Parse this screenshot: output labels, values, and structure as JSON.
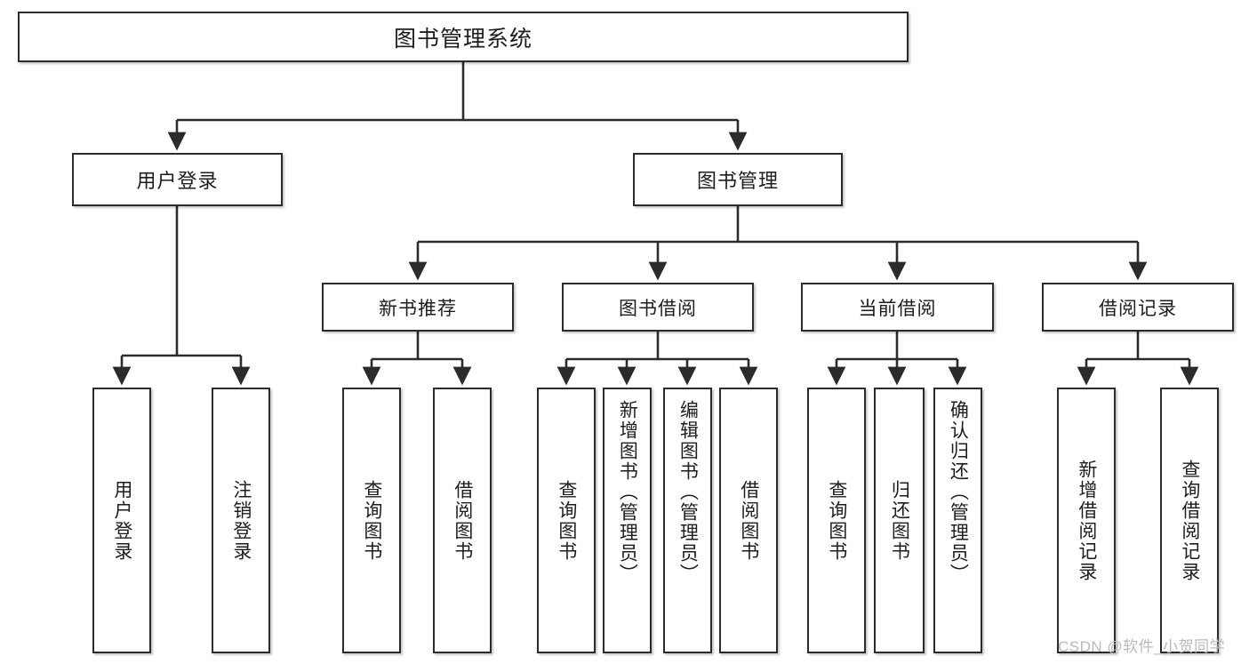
{
  "diagram": {
    "type": "tree",
    "title": "图书管理系统",
    "root": {
      "label": "图书管理系统"
    },
    "level2": [
      {
        "label": "用户登录"
      },
      {
        "label": "图书管理"
      }
    ],
    "level3": [
      {
        "label": "新书推荐"
      },
      {
        "label": "图书借阅"
      },
      {
        "label": "当前借阅"
      },
      {
        "label": "借阅记录"
      }
    ],
    "leaves": {
      "user_login": [
        {
          "label": "用户登录"
        },
        {
          "label": "注销登录"
        }
      ],
      "new_book_recommend": [
        {
          "label": "查询图书"
        },
        {
          "label": "借阅图书"
        }
      ],
      "book_borrow": [
        {
          "label": "查询图书"
        },
        {
          "label": "新增图书（管理员）"
        },
        {
          "label": "编辑图书（管理员）"
        },
        {
          "label": "借阅图书"
        }
      ],
      "current_borrow": [
        {
          "label": "查询图书"
        },
        {
          "label": "归还图书"
        },
        {
          "label": "确认归还（管理员）"
        }
      ],
      "borrow_record": [
        {
          "label": "新增借阅记录"
        },
        {
          "label": "查询借阅记录"
        }
      ]
    }
  },
  "watermark": {
    "text": "CSDN @软件_小贺同学"
  },
  "colors": {
    "border": "#2b2b2b",
    "text": "#1d1d1d",
    "background": "#ffffff",
    "watermark": "#b9b9b9"
  }
}
